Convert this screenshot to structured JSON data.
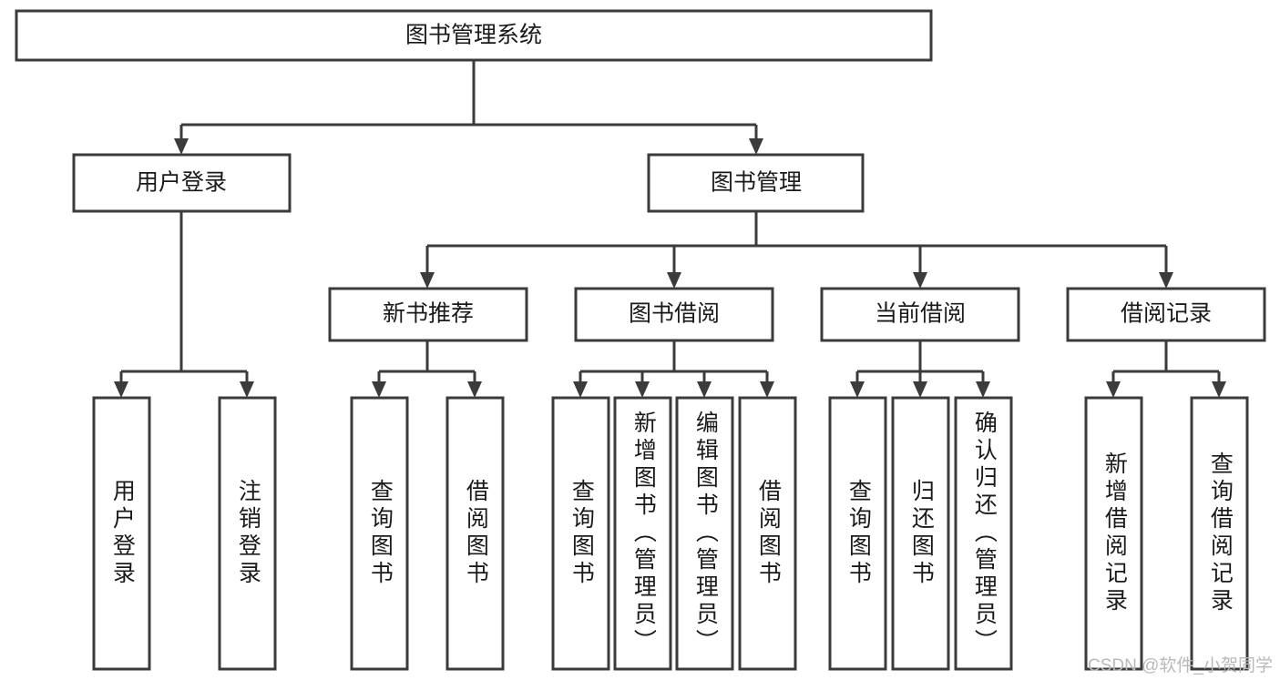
{
  "diagram": {
    "type": "tree-hierarchy",
    "title": "图书管理系统",
    "orientation": "top-down",
    "root": {
      "id": "root",
      "label": "图书管理系统"
    },
    "levels": [
      {
        "level": 1,
        "nodes": [
          {
            "id": "root",
            "label": "图书管理系统"
          }
        ]
      },
      {
        "level": 2,
        "nodes": [
          {
            "id": "user-login",
            "label": "用户登录",
            "parent": "root"
          },
          {
            "id": "book-management",
            "label": "图书管理",
            "parent": "root"
          }
        ]
      },
      {
        "level": 3,
        "nodes": [
          {
            "id": "new-book-recommend",
            "label": "新书推荐",
            "parent": "book-management"
          },
          {
            "id": "book-borrow",
            "label": "图书借阅",
            "parent": "book-management"
          },
          {
            "id": "current-borrow",
            "label": "当前借阅",
            "parent": "book-management"
          },
          {
            "id": "borrow-record",
            "label": "借阅记录",
            "parent": "book-management"
          }
        ]
      },
      {
        "level": 4,
        "nodes": [
          {
            "id": "leaf-user-login",
            "label": "用户登录",
            "parent": "user-login"
          },
          {
            "id": "leaf-logout-login",
            "label": "注销登录",
            "parent": "user-login"
          },
          {
            "id": "leaf-query-book-1",
            "label": "查询图书",
            "parent": "new-book-recommend"
          },
          {
            "id": "leaf-borrow-book-1",
            "label": "借阅图书",
            "parent": "new-book-recommend"
          },
          {
            "id": "leaf-query-book-2",
            "label": "查询图书",
            "parent": "book-borrow"
          },
          {
            "id": "leaf-add-book",
            "label": "新增图书（管理员）",
            "parent": "book-borrow"
          },
          {
            "id": "leaf-edit-book",
            "label": "编辑图书（管理员）",
            "parent": "book-borrow"
          },
          {
            "id": "leaf-borrow-book-2",
            "label": "借阅图书",
            "parent": "book-borrow"
          },
          {
            "id": "leaf-query-book-3",
            "label": "查询图书",
            "parent": "current-borrow"
          },
          {
            "id": "leaf-return-book",
            "label": "归还图书",
            "parent": "current-borrow"
          },
          {
            "id": "leaf-confirm-return",
            "label": "确认归还（管理员）",
            "parent": "current-borrow"
          },
          {
            "id": "leaf-add-record",
            "label": "新增借阅记录",
            "parent": "borrow-record"
          },
          {
            "id": "leaf-query-record",
            "label": "查询借阅记录",
            "parent": "borrow-record"
          }
        ]
      }
    ],
    "colors": {
      "box_fill": "#ffffff",
      "box_stroke": "#3b3b3b",
      "text": "#1a1a1a",
      "background": "#ffffff",
      "watermark": "#b9b9b9"
    }
  },
  "watermark": {
    "text": "CSDN @软件_小贺同学"
  }
}
